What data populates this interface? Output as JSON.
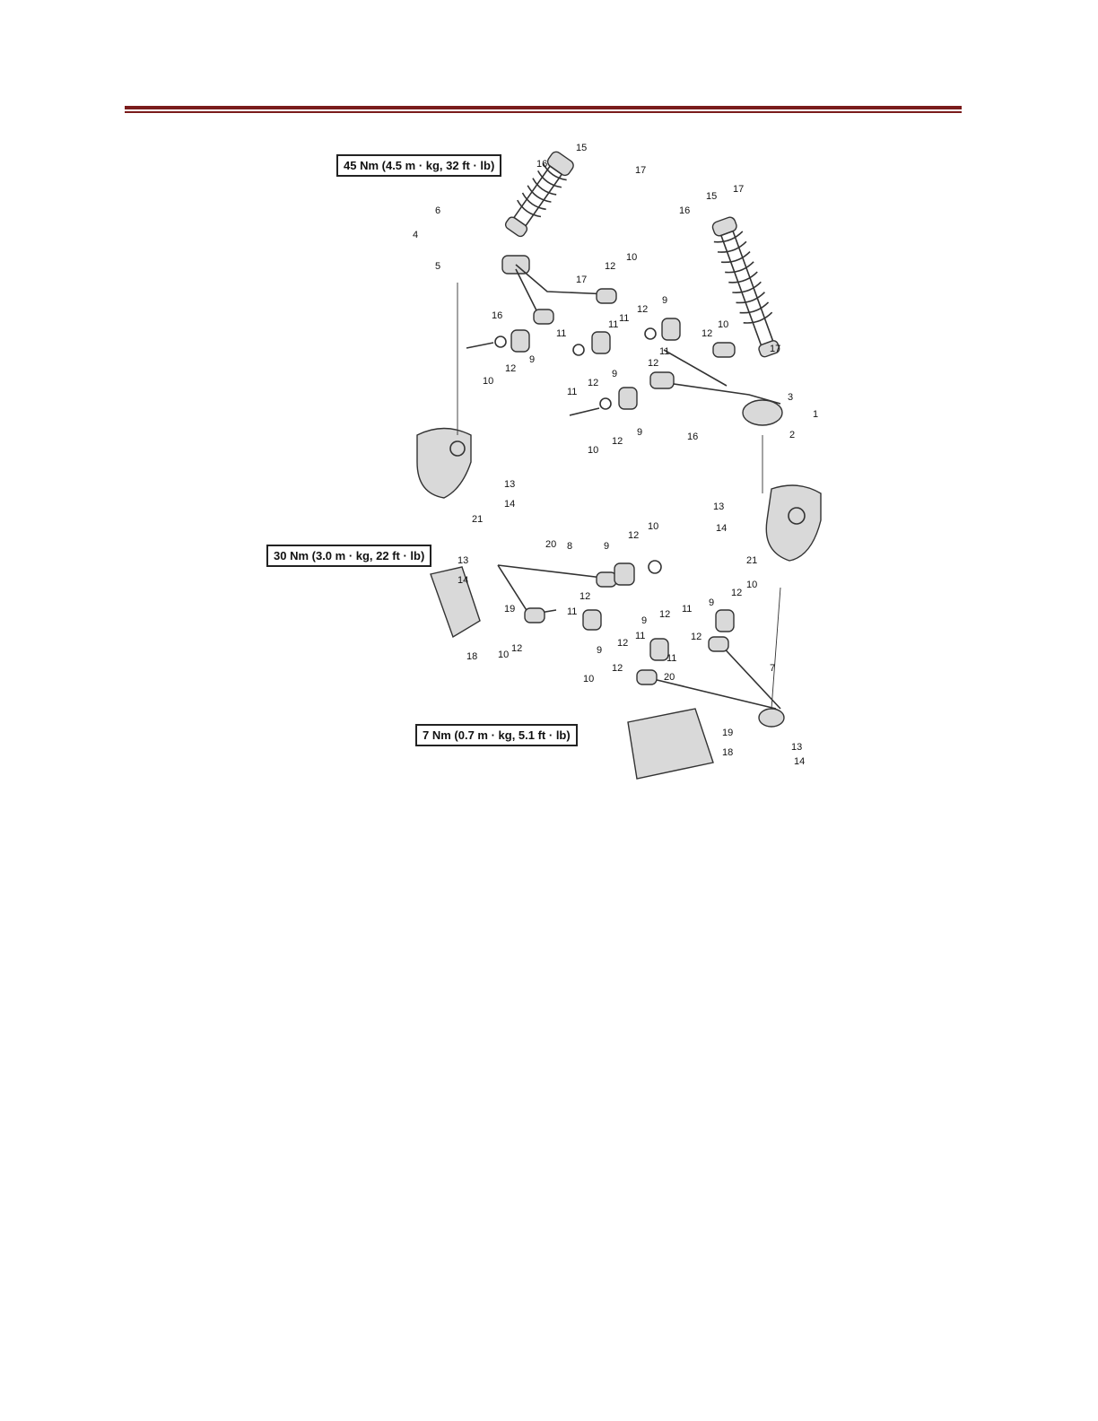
{
  "header": {
    "rule_color": "#7a1c1c"
  },
  "torque_specs": [
    "45 Nm (4.5 m · kg, 32 ft · lb)",
    "30 Nm (3.0 m · kg, 22 ft · lb)",
    "7 Nm (0.7 m · kg, 5.1 ft · lb)"
  ],
  "callouts": {
    "n1": "1",
    "n2": "2",
    "n3": "3",
    "n4": "4",
    "n5": "5",
    "n6": "6",
    "n7": "7",
    "n8": "8",
    "n9": "9",
    "n10": "10",
    "n11": "11",
    "n12": "12",
    "n13": "13",
    "n14": "14",
    "n15": "15",
    "n16": "16",
    "n17": "17",
    "n18": "18",
    "n19": "19",
    "n20": "20",
    "n21": "21"
  }
}
